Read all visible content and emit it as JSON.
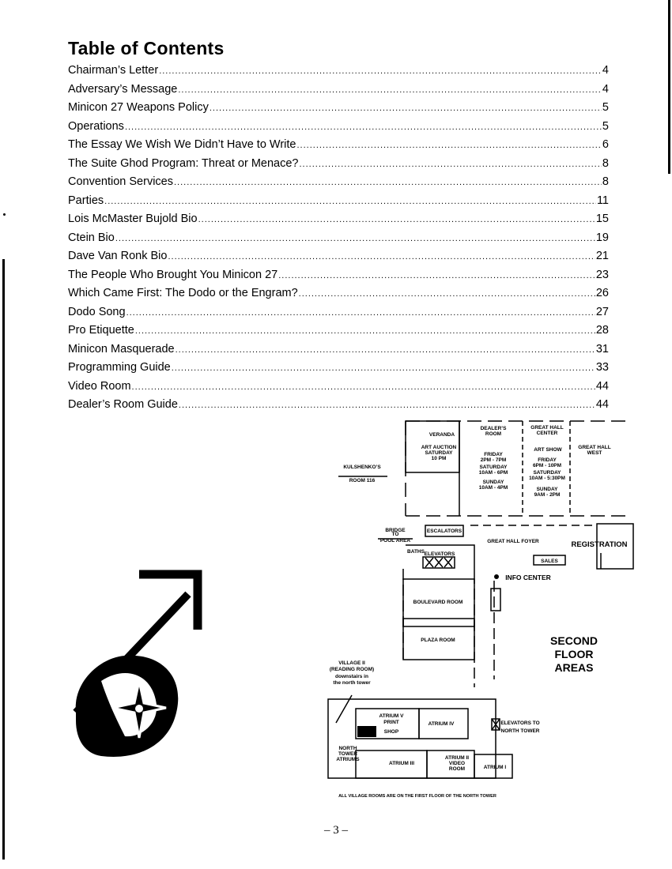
{
  "header": {
    "title": "Table of Contents"
  },
  "toc": [
    {
      "title": "Chairman’s Letter",
      "page": "4"
    },
    {
      "title": "Adversary’s Message",
      "page": "4"
    },
    {
      "title": "Minicon 27 Weapons Policy",
      "page": "5"
    },
    {
      "title": "Operations",
      "page": "5"
    },
    {
      "title": "The Essay We Wish We Didn’t Have to Write",
      "page": "6"
    },
    {
      "title": "The Suite Ghod Program: Threat or Menace?",
      "page": "8"
    },
    {
      "title": "Convention Services",
      "page": "8"
    },
    {
      "title": "Parties",
      "page": "11"
    },
    {
      "title": "Lois McMaster Bujold Bio",
      "page": "15"
    },
    {
      "title": "Ctein Bio",
      "page": "19"
    },
    {
      "title": "Dave Van Ronk Bio",
      "page": "21"
    },
    {
      "title": "The People Who Brought You Minicon 27",
      "page": "23"
    },
    {
      "title": "Which Came First: The Dodo or the Engram?",
      "page": "26"
    },
    {
      "title": "Dodo Song",
      "page": "27"
    },
    {
      "title": "Pro Etiquette",
      "page": "28"
    },
    {
      "title": "Minicon Masquerade",
      "page": "31"
    },
    {
      "title": "Programming Guide",
      "page": "33"
    },
    {
      "title": "Video Room",
      "page": "44"
    },
    {
      "title": "Dealer’s Room Guide",
      "page": "44"
    }
  ],
  "map": {
    "veranda": "VERANDA",
    "art_auction": [
      "ART AUCTION",
      "SATURDAY",
      "10 PM"
    ],
    "dealers": [
      "DEALER’S",
      "ROOM"
    ],
    "dealers_hours": [
      "FRIDAY",
      "2PM - 7PM",
      "SATURDAY",
      "10AM - 6PM",
      "SUNDAY",
      "10AM - 4PM"
    ],
    "great_hall_center": [
      "GREAT HALL",
      "CENTER"
    ],
    "art_show_hours": [
      "ART SHOW",
      "FRIDAY",
      "6PM - 10PM",
      "SATURDAY",
      "10AM - 5:30PM",
      "SUNDAY",
      "9AM - 2PM"
    ],
    "great_hall_west": [
      "GREAT HALL",
      "WEST"
    ],
    "kulshenko": [
      "KULSHENKO’S",
      "ROOM 116"
    ],
    "bridge": [
      "BRIDGE",
      "TO",
      "POOL AREA"
    ],
    "escalators": "ESCALATORS",
    "great_hall_foyer": "GREAT HALL FOYER",
    "registration": "REGISTRATION",
    "sales": "SALES",
    "baths": "BATHS",
    "elevators": "ELEVATORS",
    "info_center": "INFO CENTER",
    "boulevard_room": "BOULEVARD ROOM",
    "plaza_room": "PLAZA ROOM",
    "second_floor": [
      "SECOND",
      "FLOOR",
      "AREAS"
    ],
    "village": [
      "VILLAGE II",
      "(READING ROOM)",
      "downstairs in",
      "the north tower"
    ],
    "atrium_v": [
      "ATRIUM V",
      "PRINT",
      "SHOP"
    ],
    "atrium_iv": "ATRIUM IV",
    "elevators_north": [
      "ELEVATORS TO",
      "NORTH TOWER"
    ],
    "north_tower_atriums": [
      "NORTH",
      "TOWER",
      "ATRIUMS"
    ],
    "atrium_iii": "ATRIUM III",
    "atrium_ii": [
      "ATRIUM II",
      "VIDEO",
      "ROOM"
    ],
    "atrium_i": "ATRIUM I",
    "footnote": "ALL VILLAGE ROOMS ARE ON THE FIRST FLOOR OF THE NORTH TOWER"
  },
  "footer": {
    "page_number": "– 3 –"
  }
}
